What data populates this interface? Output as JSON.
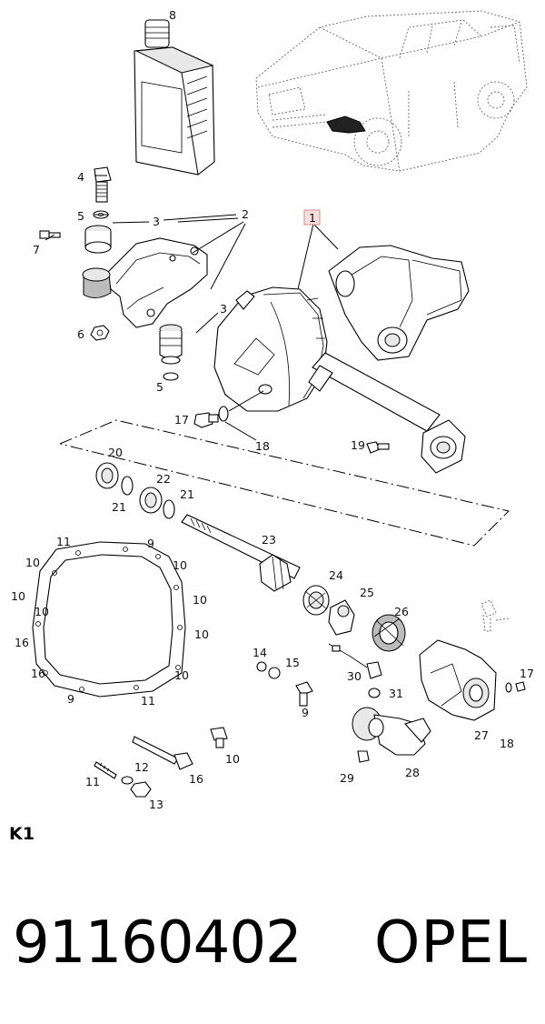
{
  "diagram": {
    "key": "K1",
    "callouts": {
      "c1": "1",
      "c2": "2",
      "c3a": "3",
      "c3b": "3",
      "c4": "4",
      "c5a": "5",
      "c5b": "5",
      "c6": "6",
      "c7": "7",
      "c8": "8",
      "c9a": "9",
      "c9b": "9",
      "c10a": "10",
      "c10b": "10",
      "c10c": "10",
      "c10d": "10",
      "c10e": "10",
      "c10f": "10",
      "c10g": "10",
      "c10h": "10",
      "c11a": "11",
      "c11b": "11",
      "c11c": "11",
      "c12": "12",
      "c13": "13",
      "c14": "14",
      "c15": "15",
      "c16a": "16",
      "c16b": "16",
      "c16c": "16",
      "c17a": "17",
      "c17b": "17",
      "c18a": "18",
      "c18b": "18",
      "c19": "19",
      "c20": "20",
      "c21a": "21",
      "c21b": "21",
      "c22": "22",
      "c23": "23",
      "c24": "24",
      "c25": "25",
      "c26": "26",
      "c27": "27",
      "c28": "28",
      "c29": "29",
      "c30": "30",
      "c31": "31"
    }
  },
  "footer": {
    "part_number": "91160402",
    "brand": "OPEL"
  }
}
